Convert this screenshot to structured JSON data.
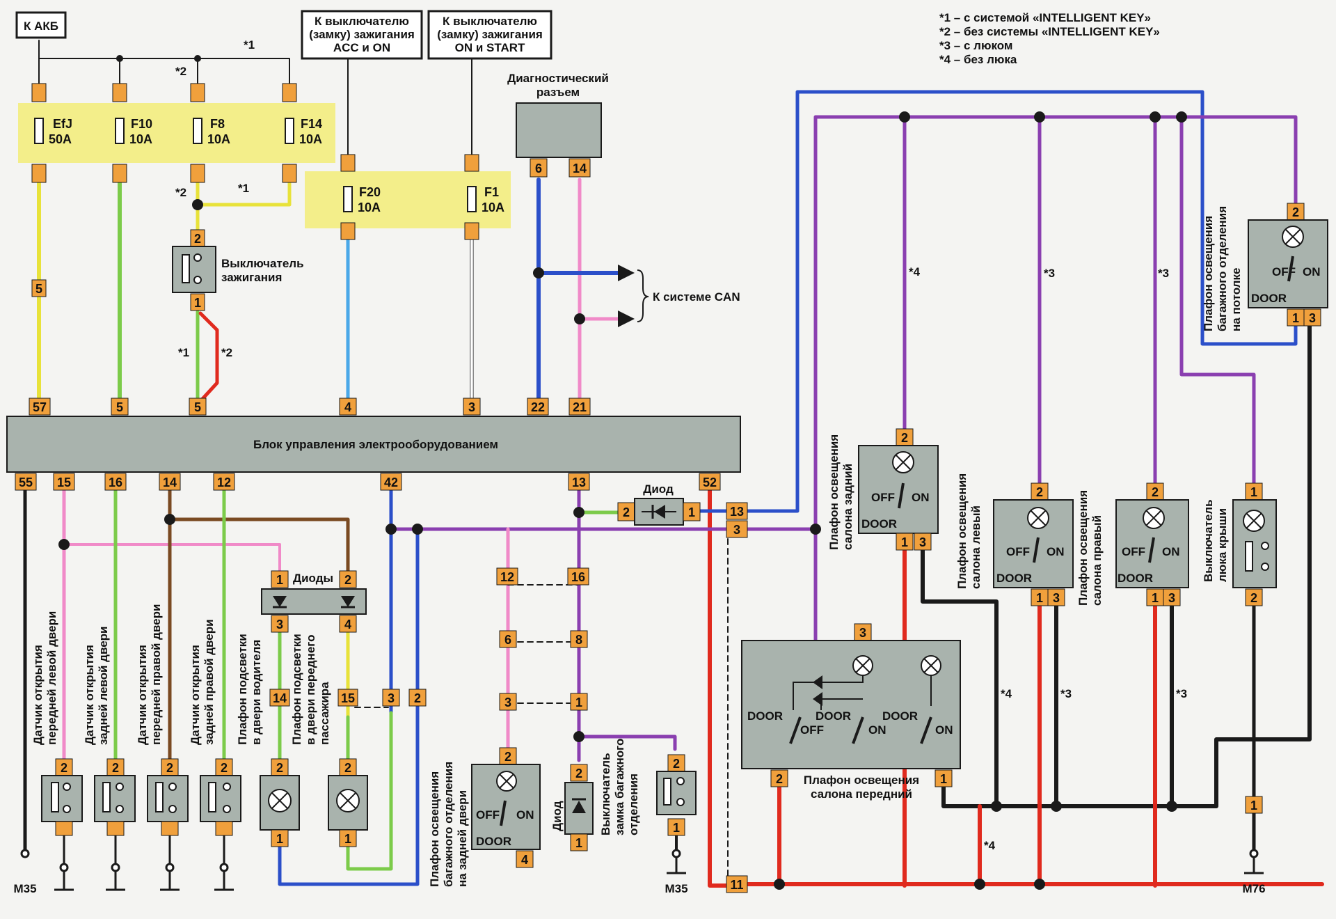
{
  "legend": [
    "*1 – с системой «INTELLIGENT KEY»",
    "*2 – без системы «INTELLIGENT KEY»",
    "*3 – с люком",
    "*4 – без люка"
  ],
  "sources": {
    "battery": "К АКБ",
    "acc_on": [
      "К выключателю",
      "(замку) зажигания",
      "ACC и ON"
    ],
    "on_start": [
      "К выключателю",
      "(замку) зажигания",
      "ON и START"
    ]
  },
  "fuses": [
    {
      "name": "EfJ",
      "rating": "50A"
    },
    {
      "name": "F10",
      "rating": "10A"
    },
    {
      "name": "F8",
      "rating": "10A"
    },
    {
      "name": "F14",
      "rating": "10A"
    },
    {
      "name": "F20",
      "rating": "10A"
    },
    {
      "name": "F1",
      "rating": "10A"
    }
  ],
  "notes": {
    "n1": "*1",
    "n2": "*2",
    "n3": "*3",
    "n4": "*4"
  },
  "components": {
    "ignition_switch": [
      "Выключатель",
      "зажигания"
    ],
    "diag_connector": [
      "Диагностический",
      "разъем"
    ],
    "can": "К системе CAN",
    "bcm": "Блок управления электрооборудованием",
    "diode": "Диод",
    "diodes": "Диоды",
    "rear_cabin_lamp": [
      "Плафон освещения",
      "салона задний"
    ],
    "left_cabin_lamp": [
      "Плафон освещения",
      "салона левый"
    ],
    "right_cabin_lamp": [
      "Плафон освещения",
      "салона правый"
    ],
    "roof_switch": [
      "Выключатель",
      "люка крыши"
    ],
    "trunk_ceiling_lamp": [
      "Плафон освещения",
      "багажного отделения",
      "на потолке"
    ],
    "front_cabin_lamp": [
      "Плафон освещения",
      "салона передний"
    ],
    "door_sensor_fl": [
      "Датчик открытия",
      "передней левой двери"
    ],
    "door_sensor_rl": [
      "Датчик открытия",
      "задней левой двери"
    ],
    "door_sensor_fr": [
      "Датчик открытия",
      "передней правой двери"
    ],
    "door_sensor_rr": [
      "Датчик открытия",
      "задней правой двери"
    ],
    "driver_door_lamp": [
      "Плафон подсветки",
      "в двери водителя"
    ],
    "pass_door_lamp": [
      "Плафон подсветки",
      "в двери переднего",
      "пассажира"
    ],
    "trunk_door_lamp": [
      "Плафон освещения",
      "багажного отделения",
      "на задней двери"
    ],
    "trunk_lock_switch": [
      "Выключатель",
      "замка багажного",
      "отделения"
    ],
    "diode_vertical": "Диод"
  },
  "switch_labels": {
    "off": "OFF",
    "on": "ON",
    "door": "DOOR"
  },
  "grounds": {
    "g1": "M35",
    "g2": "M35",
    "g3": "M76"
  },
  "bcm_pins_top": [
    "57",
    "5",
    "5",
    "4",
    "3",
    "22",
    "21"
  ],
  "bcm_pins_bottom": [
    "55",
    "15",
    "16",
    "14",
    "12",
    "42",
    "13",
    "52"
  ],
  "colors": {
    "yellow": "#e8e23a",
    "green": "#7ccb4a",
    "blue": "#2b4fc9",
    "light_blue": "#4aa8e8",
    "pink": "#f08ac8",
    "purple": "#8a3fb0",
    "red": "#e02a1e",
    "black": "#1a1a1a",
    "brown": "#7a4a22",
    "fuse_box": "#f3ee8a",
    "pin_orange": "#f0a03c",
    "component": "#a9b3ad"
  }
}
